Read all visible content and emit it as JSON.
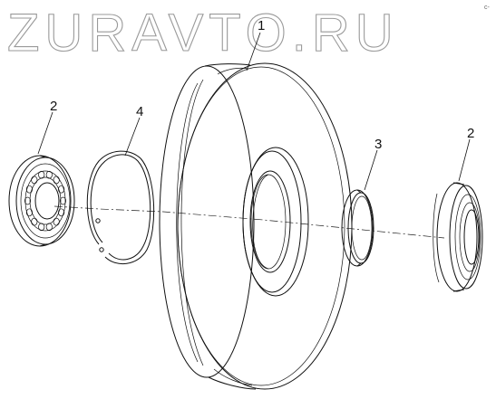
{
  "watermark": "ZURAVTO.RU",
  "corner_mark": "c-",
  "callouts": {
    "pulley": "1",
    "bearing_left": "2",
    "bearing_right": "2",
    "seal_ring": "3",
    "retaining_ring": "4"
  }
}
